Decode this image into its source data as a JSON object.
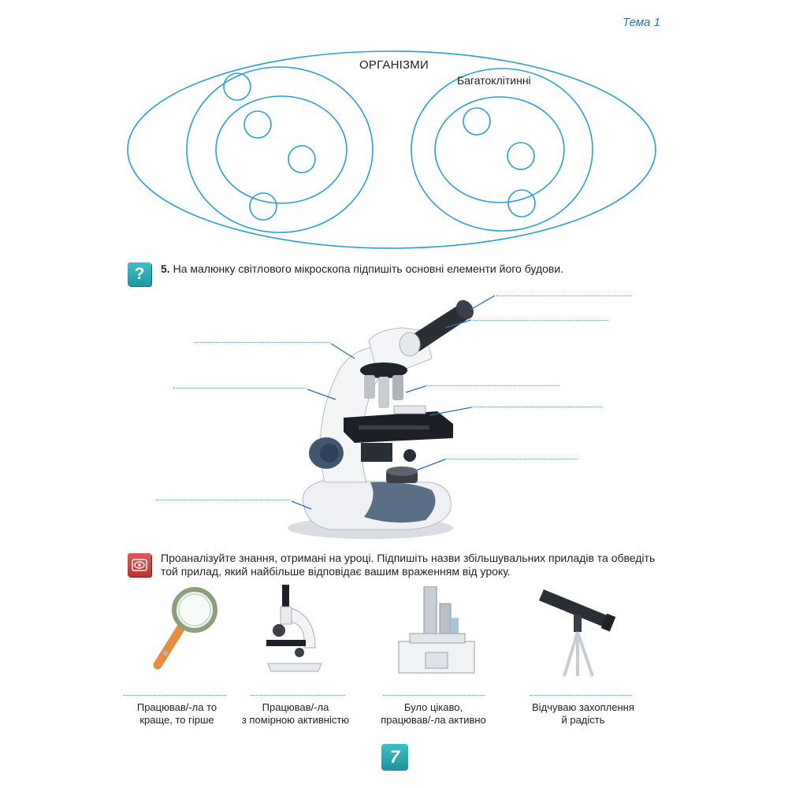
{
  "header": {
    "topic": "Тема 1"
  },
  "diagram": {
    "outer_label": "ОРГАНІЗМИ",
    "right_label": "Багатоклітинні"
  },
  "task5": {
    "number": "5.",
    "text": "На малюнку світлового мікроскопа підпишіть основні елементи його будови."
  },
  "reflection": {
    "text": "Проаналізуйте знання, отримані на уроці. Підпишіть назви збільшувальних приладів та обведіть той прилад, який найбільше відповідає вашим враженням від уроку.",
    "options": [
      {
        "icon": "magnifier-icon",
        "caption_line1": "Працював/-ла то",
        "caption_line2": "краще, то гірше"
      },
      {
        "icon": "school-microscope-icon",
        "caption_line1": "Працював/-ла",
        "caption_line2": "з помірною активністю"
      },
      {
        "icon": "electron-microscope-icon",
        "caption_line1": "Було цікаво,",
        "caption_line2": "працював/-ла активно"
      },
      {
        "icon": "telescope-icon",
        "caption_line1": "Відчуваю захоплення",
        "caption_line2": "й радість"
      }
    ]
  },
  "footer": {
    "page_number": "7"
  },
  "colors": {
    "accent": "#1f7ab5",
    "diagram_line": "#2a9fd4",
    "task_icon": "#1f97a4",
    "reflect_icon": "#c4302f"
  }
}
